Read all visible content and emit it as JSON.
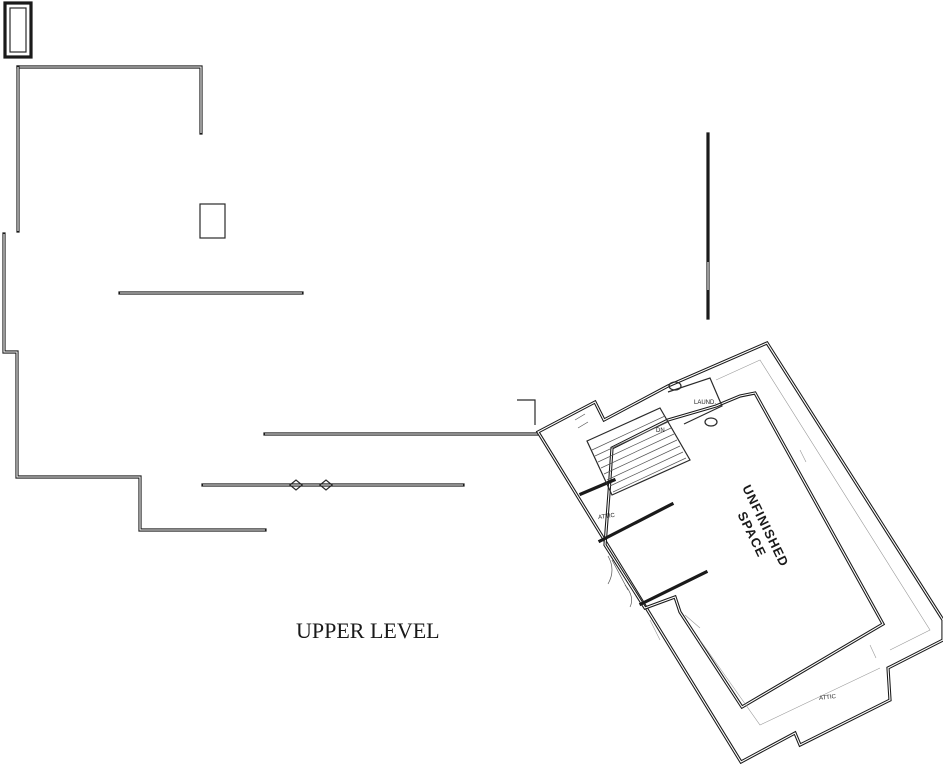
{
  "plan": {
    "title": "UPPER LEVEL",
    "rooms": {
      "unfinished_line1": "UNFINISHED",
      "unfinished_line2": "SPACE",
      "attic_left": "ATTIC",
      "attic_bottom": "ATTIC",
      "laundry": "LAUND.",
      "stair_direction": "DN"
    }
  }
}
